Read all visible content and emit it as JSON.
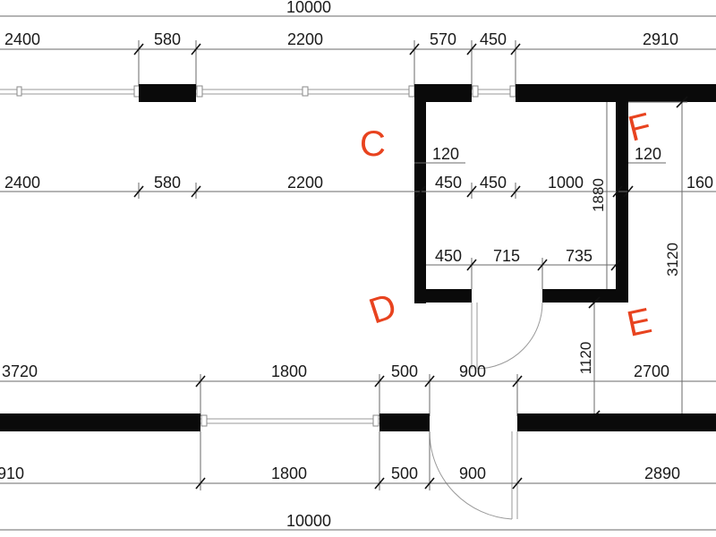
{
  "dims": {
    "top_total": "10000",
    "row1": [
      "2400",
      "580",
      "2200",
      "570",
      "450",
      "2910"
    ],
    "row2": [
      "2400",
      "580",
      "2200",
      "450",
      "450",
      "1000",
      "160"
    ],
    "row3": [
      "450",
      "715",
      "735"
    ],
    "thickness_c": "120",
    "thickness_f": "120",
    "vert_inner": "1880",
    "vert_outer": "3120",
    "vert_lower": "1120",
    "row4": [
      "3720",
      "1800",
      "500",
      "900",
      "2700"
    ],
    "row5": [
      "910",
      "1800",
      "500",
      "900",
      "2890"
    ],
    "bottom_total": "10000"
  },
  "markers": {
    "c": "C",
    "f": "F",
    "d": "D",
    "e": "E"
  },
  "colors": {
    "wall": "#0a0a0a",
    "marker": "#e8431f",
    "dimension_line": "#6a6a6a"
  }
}
